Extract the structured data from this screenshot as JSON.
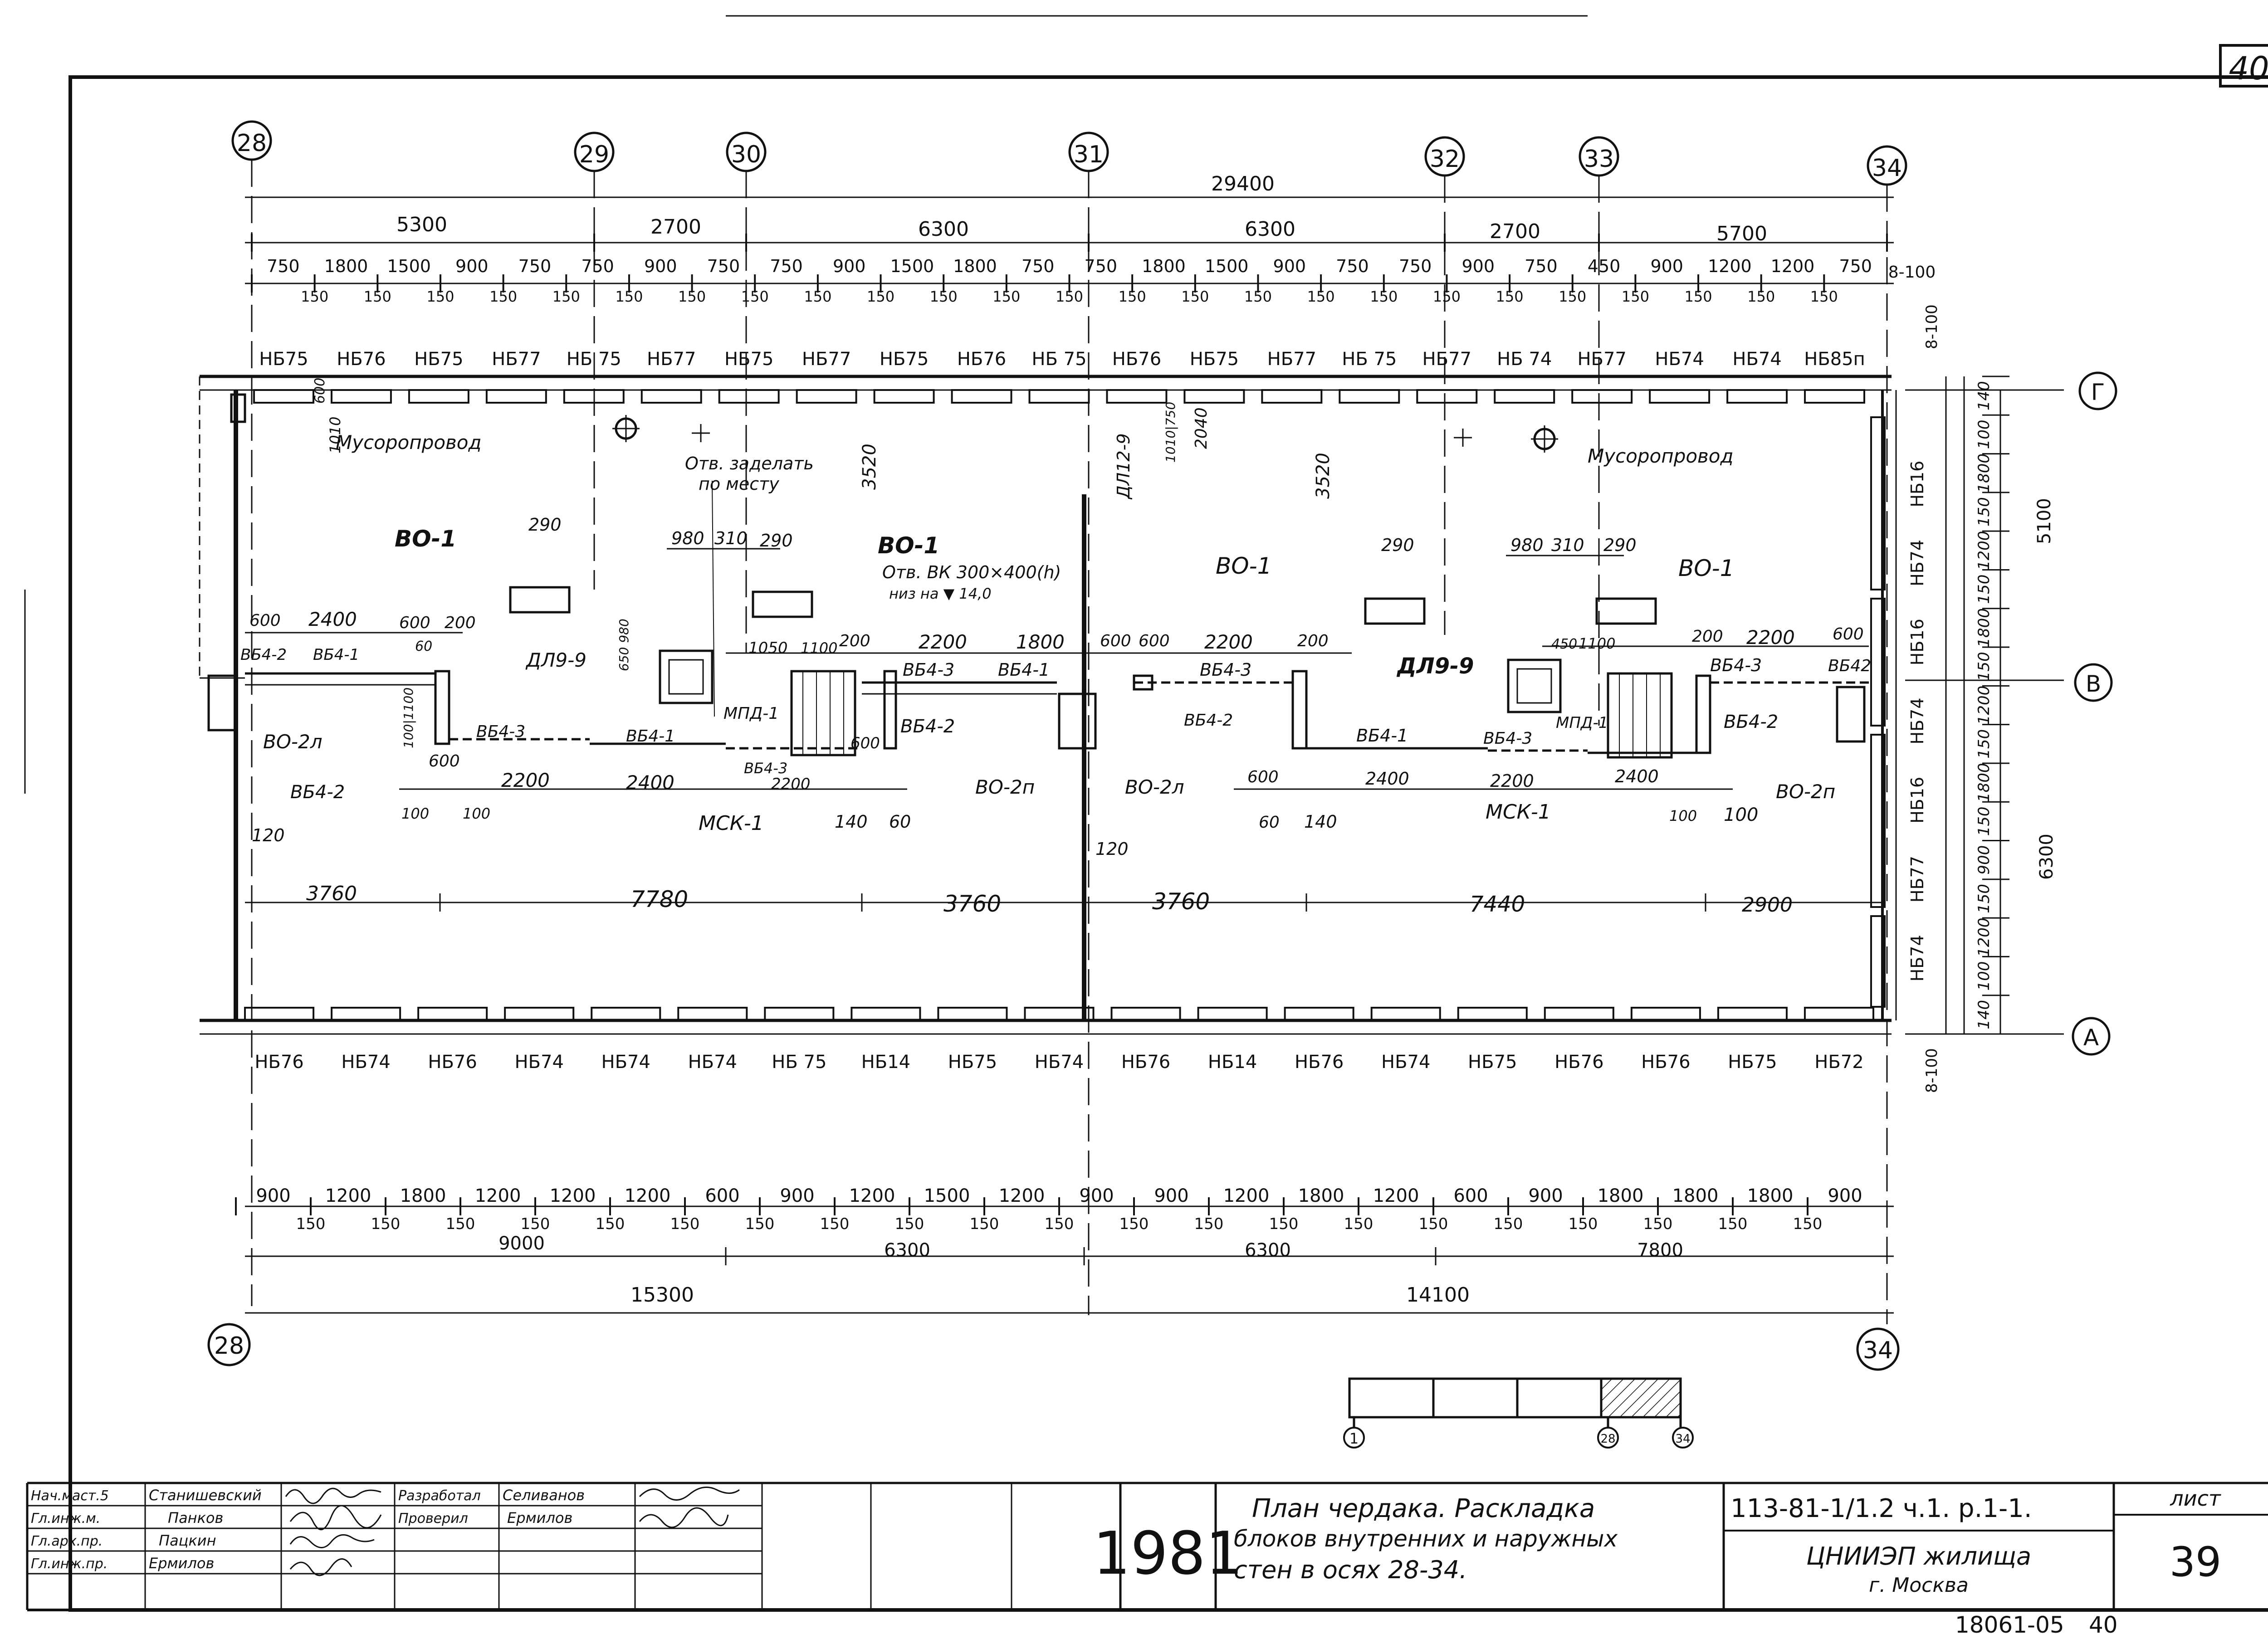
{
  "sheet_corner_number": "40",
  "axes_top": [
    "28",
    "29",
    "30",
    "31",
    "32",
    "33",
    "34"
  ],
  "axes_bottom": [
    "28",
    "34"
  ],
  "axes_right": [
    "Г",
    "В",
    "А"
  ],
  "dims_top_overall": "29400",
  "dims_top_spans": [
    "5300",
    "2700",
    "6300",
    "6300",
    "2700",
    "5700"
  ],
  "dims_top_detail": [
    "750",
    "1800",
    "1500",
    "900",
    "750",
    "750",
    "900",
    "750",
    "750",
    "900",
    "1500",
    "1800",
    "750",
    "750",
    "1800",
    "1500",
    "900",
    "750",
    "750",
    "900",
    "750",
    "450",
    "900",
    "1200",
    "1200",
    "750"
  ],
  "dims_top_detail_150": "150",
  "dims_top_right": "8-100",
  "top_panels": [
    "НБ75",
    "НБ76",
    "НБ75",
    "НБ77",
    "НБ 75",
    "НБ77",
    "НБ75",
    "НБ77",
    "НБ75",
    "НБ76",
    "НБ 75",
    "НБ76",
    "НБ75",
    "НБ77",
    "НБ 75",
    "НБ77",
    "НБ 74",
    "НБ77",
    "НБ74",
    "НБ74",
    "НБ85п"
  ],
  "bottom_panels": [
    "НБ76",
    "НБ74",
    "НБ76",
    "НБ74",
    "НБ74",
    "НБ74",
    "НБ 75",
    "НБ14",
    "НБ75",
    "НБ74",
    "НБ76",
    "НБ14",
    "НБ76",
    "НБ74",
    "НБ75",
    "НБ76",
    "НБ76",
    "НБ75",
    "НБ72"
  ],
  "right_panels": [
    "НБ16",
    "НБ74",
    "НБ16",
    "НБ74",
    "НБ16",
    "НБ77",
    "НБ74"
  ],
  "right_dims": [
    "140",
    "100",
    "1800",
    "150",
    "1200",
    "150",
    "1800",
    "150",
    "1200",
    "150",
    "1800",
    "150",
    "900",
    "150",
    "1200",
    "100",
    "140"
  ],
  "right_dims_total_upper": "5100",
  "right_dims_total_lower": "6300",
  "right_dims_end": "8-100",
  "labels": {
    "musoroprovod_left": "Мусоропровод",
    "musoroprovod_right": "Мусоропровод",
    "otv_zadelat_1": "Отв. заделать",
    "otv_zadelat_2": "по месту",
    "otv_vk": "Отв. ВК 300×400(h)",
    "niz_na": "низ на ▼ 14,0",
    "vo1": "ВО-1",
    "vo2l": "ВО-2л",
    "vo2p": "ВО-2п",
    "dl9": "ДЛ9-9",
    "dl12": "ДЛ12-9",
    "mpd1": "МПД-1",
    "msk1": "МСК-1",
    "vb41": "ВБ4-1",
    "vb42": "ВБ4-2",
    "vb43": "ВБ4-3",
    "vb42b": "ВБ42"
  },
  "plan_dims": {
    "d3520": "3520",
    "d1010": "1010",
    "d600": "600",
    "d290": "290",
    "d980": "980",
    "d310": "310",
    "d2400": "2400",
    "d200": "200",
    "d60": "60",
    "d1050": "1050",
    "d1100": "1100",
    "d2200": "2200",
    "d1800": "1800",
    "d2040": "2040",
    "d1010_750": "1010|750",
    "d450": "450",
    "d100": "100",
    "d140": "140",
    "d120": "120",
    "d650_980": "650 980",
    "d100_1100": "100|1100",
    "d3760": "3760",
    "d7780": "7780",
    "d7440": "7440",
    "d2900": "2900"
  },
  "dims_bottom_detail": [
    "900",
    "1200",
    "1800",
    "1200",
    "1200",
    "1200",
    "600",
    "900",
    "1200",
    "1500",
    "1200",
    "900",
    "900",
    "1200",
    "1800",
    "1200",
    "600",
    "900",
    "1800",
    "1800",
    "1800",
    "900"
  ],
  "dims_bottom_detail_150": "150",
  "dims_bottom_spans": [
    "9000",
    "6300",
    "6300",
    "7800"
  ],
  "dims_bottom_overall": [
    "15300",
    "14100"
  ],
  "scale_key_labels": [
    "1",
    "28",
    "34"
  ],
  "title_block": {
    "roles": [
      "Нач.маст.5",
      "Гл.инж.м.",
      "Гл.арх.пр.",
      "Гл.инж.пр."
    ],
    "names": [
      "Станишевский",
      "Панков",
      "Пацкин",
      "Ермилов"
    ],
    "roles2": [
      "Разработал",
      "Проверил"
    ],
    "names2": [
      "Селиванов",
      "Ермилов"
    ],
    "year": "1981",
    "title_line1": "План чердака. Раскладка",
    "title_line2": "блоков внутренних и наружных",
    "title_line3": "стен в осях    28-34.",
    "code": "113-81-1/1.2 ч.1. р.1-1.",
    "org": "ЦНИИЭП жилища",
    "city": "г. Москва",
    "sheet_label": "лист",
    "sheet_no": "39"
  },
  "footer_number": "18061-05",
  "footer_page": "40"
}
